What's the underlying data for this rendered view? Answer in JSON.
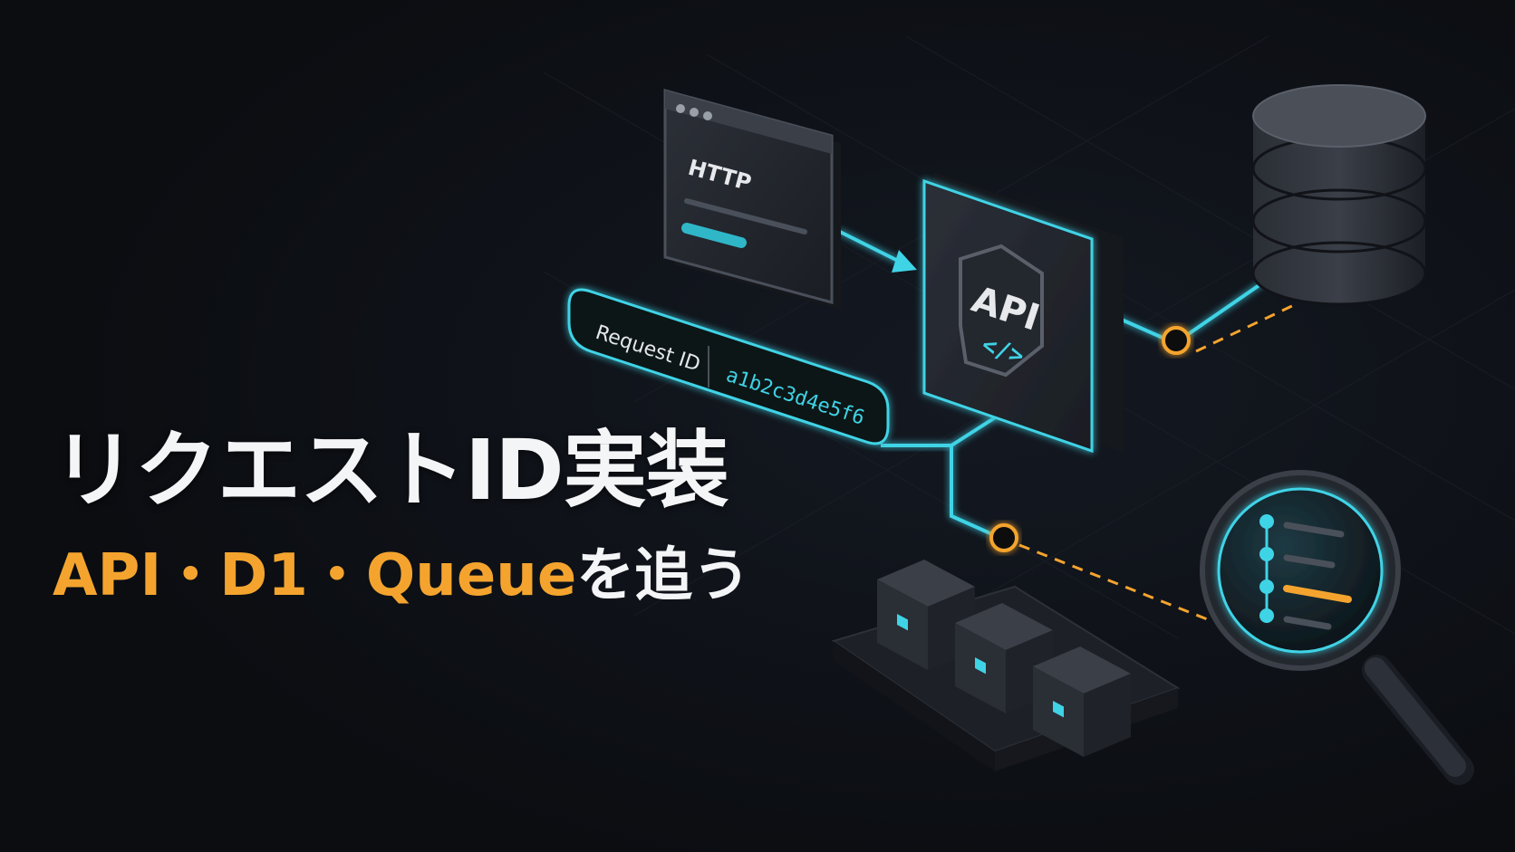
{
  "title": {
    "main": "リクエストID実装",
    "sub_accent": "API・D1・Queue",
    "sub_plain": "を追う"
  },
  "diagram": {
    "http_window_label": "HTTP",
    "api_label": "API",
    "api_code_glyph": "</>",
    "request_id_label": "Request ID",
    "request_id_value": "a1b2c3d4e5f6",
    "icons": [
      "browser-window-icon",
      "api-shield-icon",
      "database-icon",
      "queue-boxes-icon",
      "magnifier-logs-icon"
    ]
  },
  "colors": {
    "background": "#0b0d11",
    "cyan_accent": "#3fd3e6",
    "orange_accent": "#f4a42e",
    "node_dark": "#23272e"
  }
}
